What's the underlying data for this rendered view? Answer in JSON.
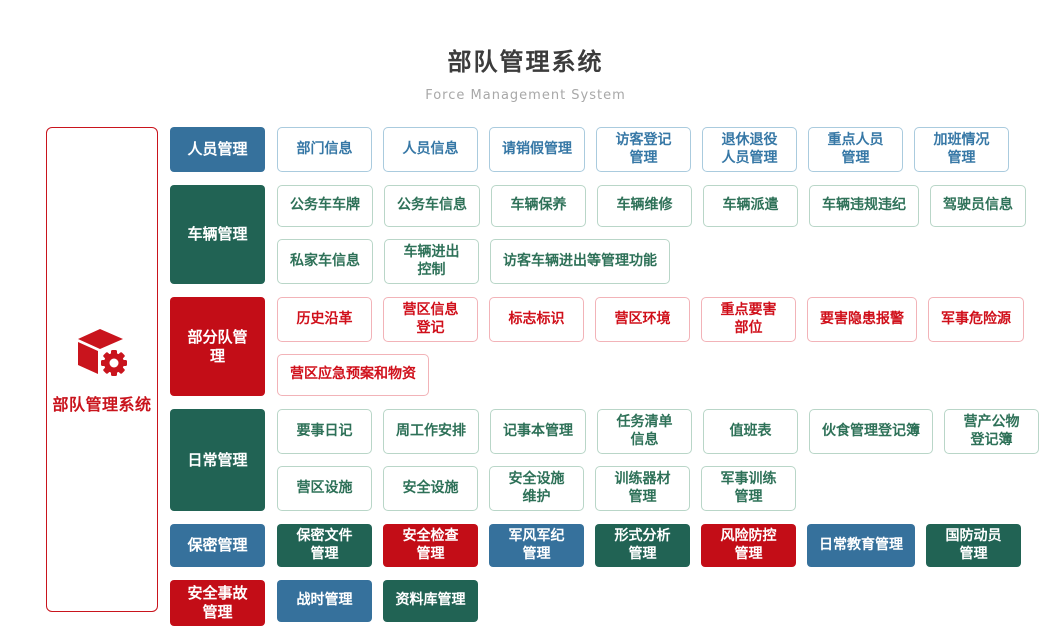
{
  "header": {
    "title": "部队管理系统",
    "subtitle": "Force Management System"
  },
  "root": {
    "label": "部队管理系统",
    "icon": "cube-gear-icon"
  },
  "colors": {
    "title_color": "#3c3c3c",
    "subtitle_color": "#a8a8a8",
    "root_red": "#c9141d",
    "solid_blue": "#36719c",
    "solid_green": "#216354",
    "solid_red": "#c30d17",
    "outline_blue_text": "#3778a6",
    "outline_blue_border": "#aacbde",
    "outline_green_text": "#2e7158",
    "outline_green_border": "#b9d6c8",
    "outline_red_text": "#d0101b",
    "outline_red_border": "#f2b3b8"
  },
  "sections": [
    {
      "id": "personnel",
      "category": {
        "label": "人员管理",
        "tone": "blue"
      },
      "item_style": "outline",
      "tone": "blue",
      "item_rows": [
        [
          {
            "label": "部门信息"
          },
          {
            "label": "人员信息"
          },
          {
            "label": "请销假管理"
          },
          {
            "label": "访客登记\n管理"
          },
          {
            "label": "退休退役\n人员管理"
          },
          {
            "label": "重点人员\n管理"
          },
          {
            "label": "加班情况\n管理"
          }
        ]
      ]
    },
    {
      "id": "vehicle",
      "category": {
        "label": "车辆管理",
        "tone": "green"
      },
      "item_style": "outline",
      "tone": "green",
      "item_rows": [
        [
          {
            "label": "公务车车牌"
          },
          {
            "label": "公务车信息"
          },
          {
            "label": "车辆保养"
          },
          {
            "label": "车辆维修"
          },
          {
            "label": "车辆派遣"
          },
          {
            "label": "车辆违规违纪"
          },
          {
            "label": "驾驶员信息"
          }
        ],
        [
          {
            "label": "私家车信息"
          },
          {
            "label": "车辆进出\n控制"
          },
          {
            "label": "访客车辆进出等管理功能"
          }
        ]
      ]
    },
    {
      "id": "subunit",
      "category": {
        "label": "部分队管理",
        "tone": "red"
      },
      "item_style": "outline",
      "tone": "red",
      "item_rows": [
        [
          {
            "label": "历史沿革"
          },
          {
            "label": "营区信息\n登记"
          },
          {
            "label": "标志标识"
          },
          {
            "label": "营区环境"
          },
          {
            "label": "重点要害\n部位"
          },
          {
            "label": "要害隐患报警"
          },
          {
            "label": "军事危险源"
          }
        ],
        [
          {
            "label": "营区应急预案和物资"
          }
        ]
      ]
    },
    {
      "id": "daily",
      "category": {
        "label": "日常管理",
        "tone": "green"
      },
      "item_style": "outline",
      "tone": "green",
      "item_rows": [
        [
          {
            "label": "要事日记"
          },
          {
            "label": "周工作安排"
          },
          {
            "label": "记事本管理"
          },
          {
            "label": "任务清单\n信息"
          },
          {
            "label": "值班表"
          },
          {
            "label": "伙食管理登记簿"
          },
          {
            "label": "营产公物\n登记簿"
          }
        ],
        [
          {
            "label": "营区设施"
          },
          {
            "label": "安全设施"
          },
          {
            "label": "安全设施\n维护"
          },
          {
            "label": "训练器材\n管理"
          },
          {
            "label": "军事训练\n管理"
          }
        ]
      ]
    },
    {
      "id": "secrecy",
      "category": {
        "label": "保密管理",
        "tone": "blue"
      },
      "item_style": "solid",
      "tone": "blue",
      "item_rows": [
        [
          {
            "label": "保密文件\n管理",
            "tone": "green"
          },
          {
            "label": "安全检查\n管理",
            "tone": "red"
          },
          {
            "label": "军风军纪\n管理",
            "tone": "blue"
          },
          {
            "label": "形式分析\n管理",
            "tone": "green"
          },
          {
            "label": "风险防控\n管理",
            "tone": "red"
          },
          {
            "label": "日常教育管理",
            "tone": "blue"
          },
          {
            "label": "国防动员\n管理",
            "tone": "green"
          }
        ]
      ]
    },
    {
      "id": "safety-extra",
      "category": {
        "label": "安全事故\n管理",
        "tone": "red"
      },
      "item_style": "solid",
      "tone": "red",
      "item_rows": [
        [
          {
            "label": "战时管理",
            "tone": "blue"
          },
          {
            "label": "资料库管理",
            "tone": "green"
          }
        ]
      ]
    }
  ]
}
